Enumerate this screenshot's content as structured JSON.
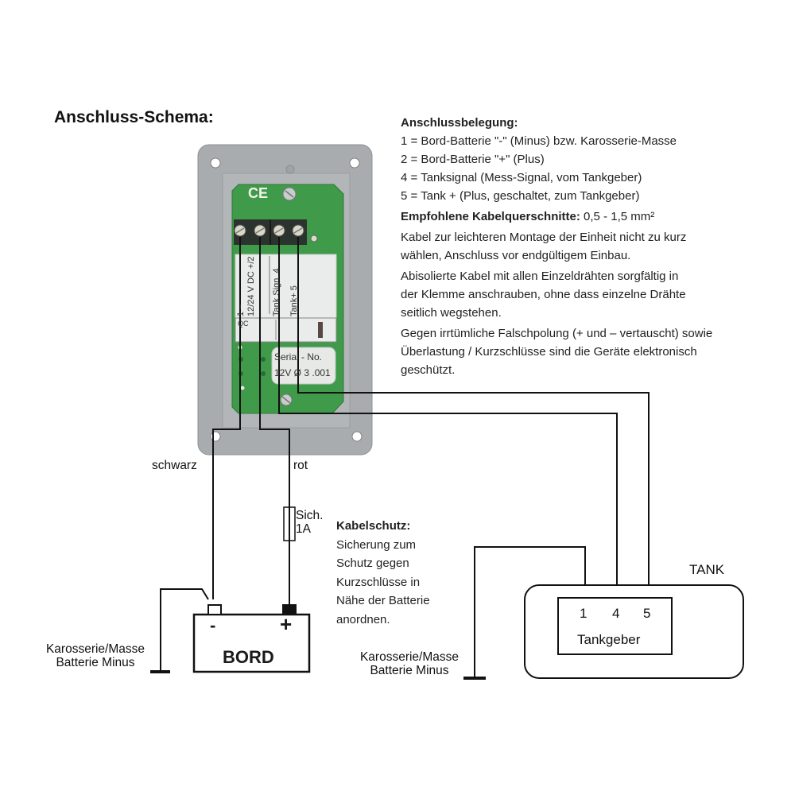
{
  "title": "Anschluss-Schema:",
  "pin_assignment": {
    "heading": "Anschlussbelegung:",
    "items": [
      "1 = Bord-Batterie \"-\" (Minus) bzw. Karosserie-Masse",
      "2 = Bord-Batterie \"+\" (Plus)",
      "4 = Tanksignal (Mess-Signal, vom Tankgeber)",
      "5 = Tank + (Plus, geschaltet, zum Tankgeber)"
    ],
    "cable_heading": "Empfohlene Kabelquerschnitte:",
    "cable_value": " 0,5 - 1,5 mm²",
    "paragraphs": [
      [
        "Kabel zur leichteren Montage der Einheit nicht zu kurz",
        "wählen, Anschluss vor endgültigem Einbau."
      ],
      [
        "Abisolierte Kabel mit allen Einzeldrähten sorgfältig in",
        "der Klemme anschrauben, ohne dass einzelne Drähte",
        "seitlich wegstehen."
      ],
      [
        "Gegen irrtümliche Falschpolung (+ und – vertauscht) sowie",
        "Überlastung / Kurzschlüsse sind die Geräte elektronisch",
        "geschützt."
      ]
    ]
  },
  "module": {
    "ce_mark": "CE",
    "terminal_labels": [
      "1  −",
      "12/24 V DC  +/2",
      "Tank Sign.  4",
      "Tank+  5"
    ],
    "qc_label": "QC",
    "serial_label": "Serial - No.",
    "serial_value": "12V Ø 3 .001",
    "colors": {
      "plate": "#a9acae",
      "pcb": "#3f9a4a",
      "terminal": "#2c332e",
      "label": "#e9ecea"
    }
  },
  "wires": {
    "black_label": "schwarz",
    "red_label": "rot"
  },
  "fuse": {
    "label_line1": "Sich.",
    "label_line2": "1A"
  },
  "cable_protection": {
    "heading": "Kabelschutz:",
    "lines": [
      "Sicherung zum",
      "Schutz gegen",
      "Kurzschlüsse in",
      "Nähe der Batterie",
      "anordnen."
    ]
  },
  "battery": {
    "label": "BORD",
    "minus": "-",
    "plus": "+",
    "ground_label_line1": "Karosserie/Masse",
    "ground_label_line2": "Batterie Minus"
  },
  "tank": {
    "label": "TANK",
    "sender_label": "Tankgeber",
    "pins": [
      "1",
      "4",
      "5"
    ],
    "ground_label_line1": "Karosserie/Masse",
    "ground_label_line2": "Batterie Minus"
  }
}
